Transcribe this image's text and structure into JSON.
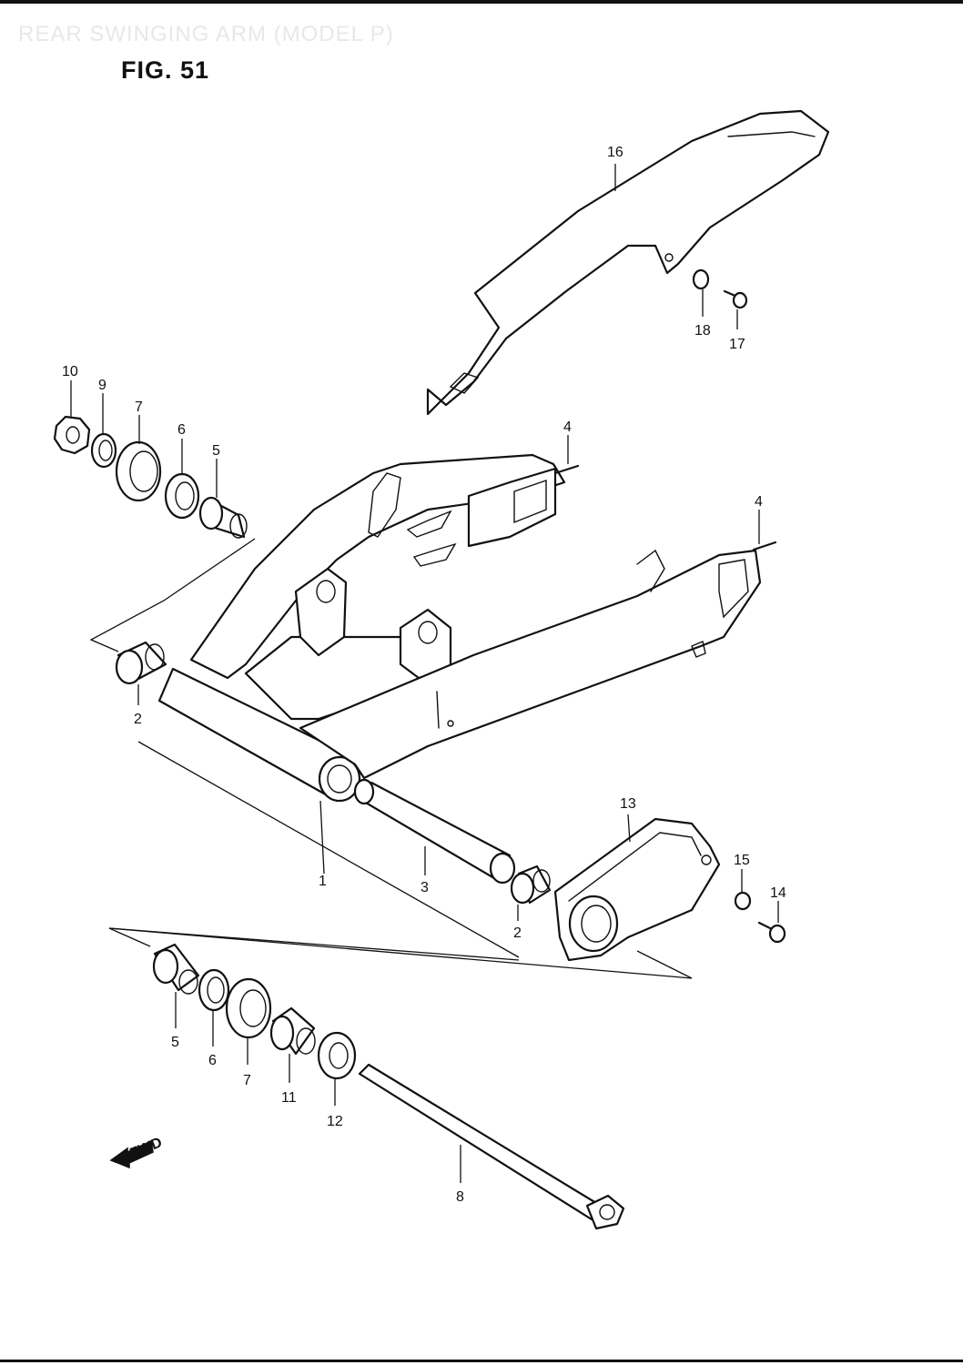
{
  "header": {
    "ghost_title": "REAR SWINGING ARM (MODEL P)",
    "figure_title": "FIG. 51"
  },
  "fwd_badge": "FWD",
  "callouts": {
    "c1": "1",
    "c2a": "2",
    "c2b": "2",
    "c3": "3",
    "c4a": "4",
    "c4b": "4",
    "c5a": "5",
    "c5b": "5",
    "c6a": "6",
    "c6b": "6",
    "c7a": "7",
    "c7b": "7",
    "c8": "8",
    "c9": "9",
    "c10": "10",
    "c11": "11",
    "c12": "12",
    "c13": "13",
    "c14": "14",
    "c15": "15",
    "c16": "16",
    "c17": "17",
    "c18": "18"
  },
  "colors": {
    "ink": "#111111",
    "paper": "#ffffff"
  }
}
